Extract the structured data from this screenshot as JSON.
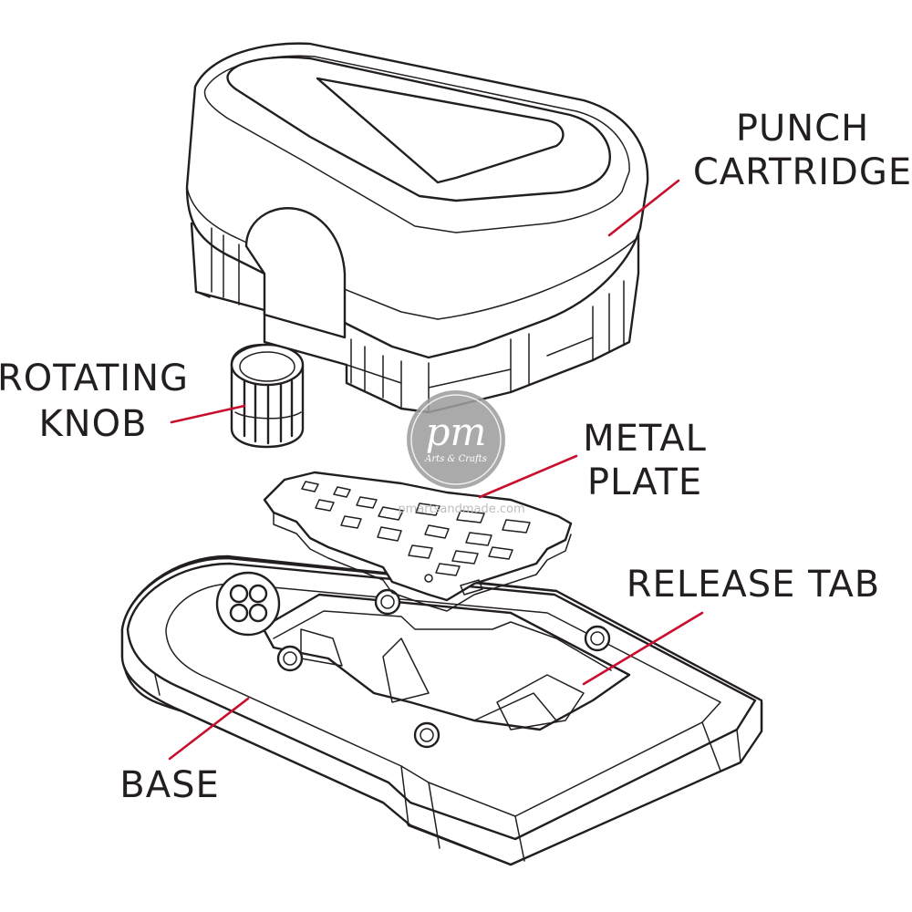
{
  "labels": {
    "punch_cartridge_line1": "PUNCH",
    "punch_cartridge_line2": "CARTRIDGE",
    "rotating_knob_line1": "ROTATING",
    "rotating_knob_line2": "KNOB",
    "metal_plate_line1": "METAL",
    "metal_plate_line2": "PLATE",
    "release_tab": "RELEASE TAB",
    "base": "BASE"
  },
  "watermark": {
    "logo_text": "pm",
    "tagline": "Arts & Crafts",
    "url": "pmartsandmade.com"
  },
  "colors": {
    "leader_line": "#c8102e",
    "outline": "#231f20",
    "watermark": "#9e9e9e"
  }
}
